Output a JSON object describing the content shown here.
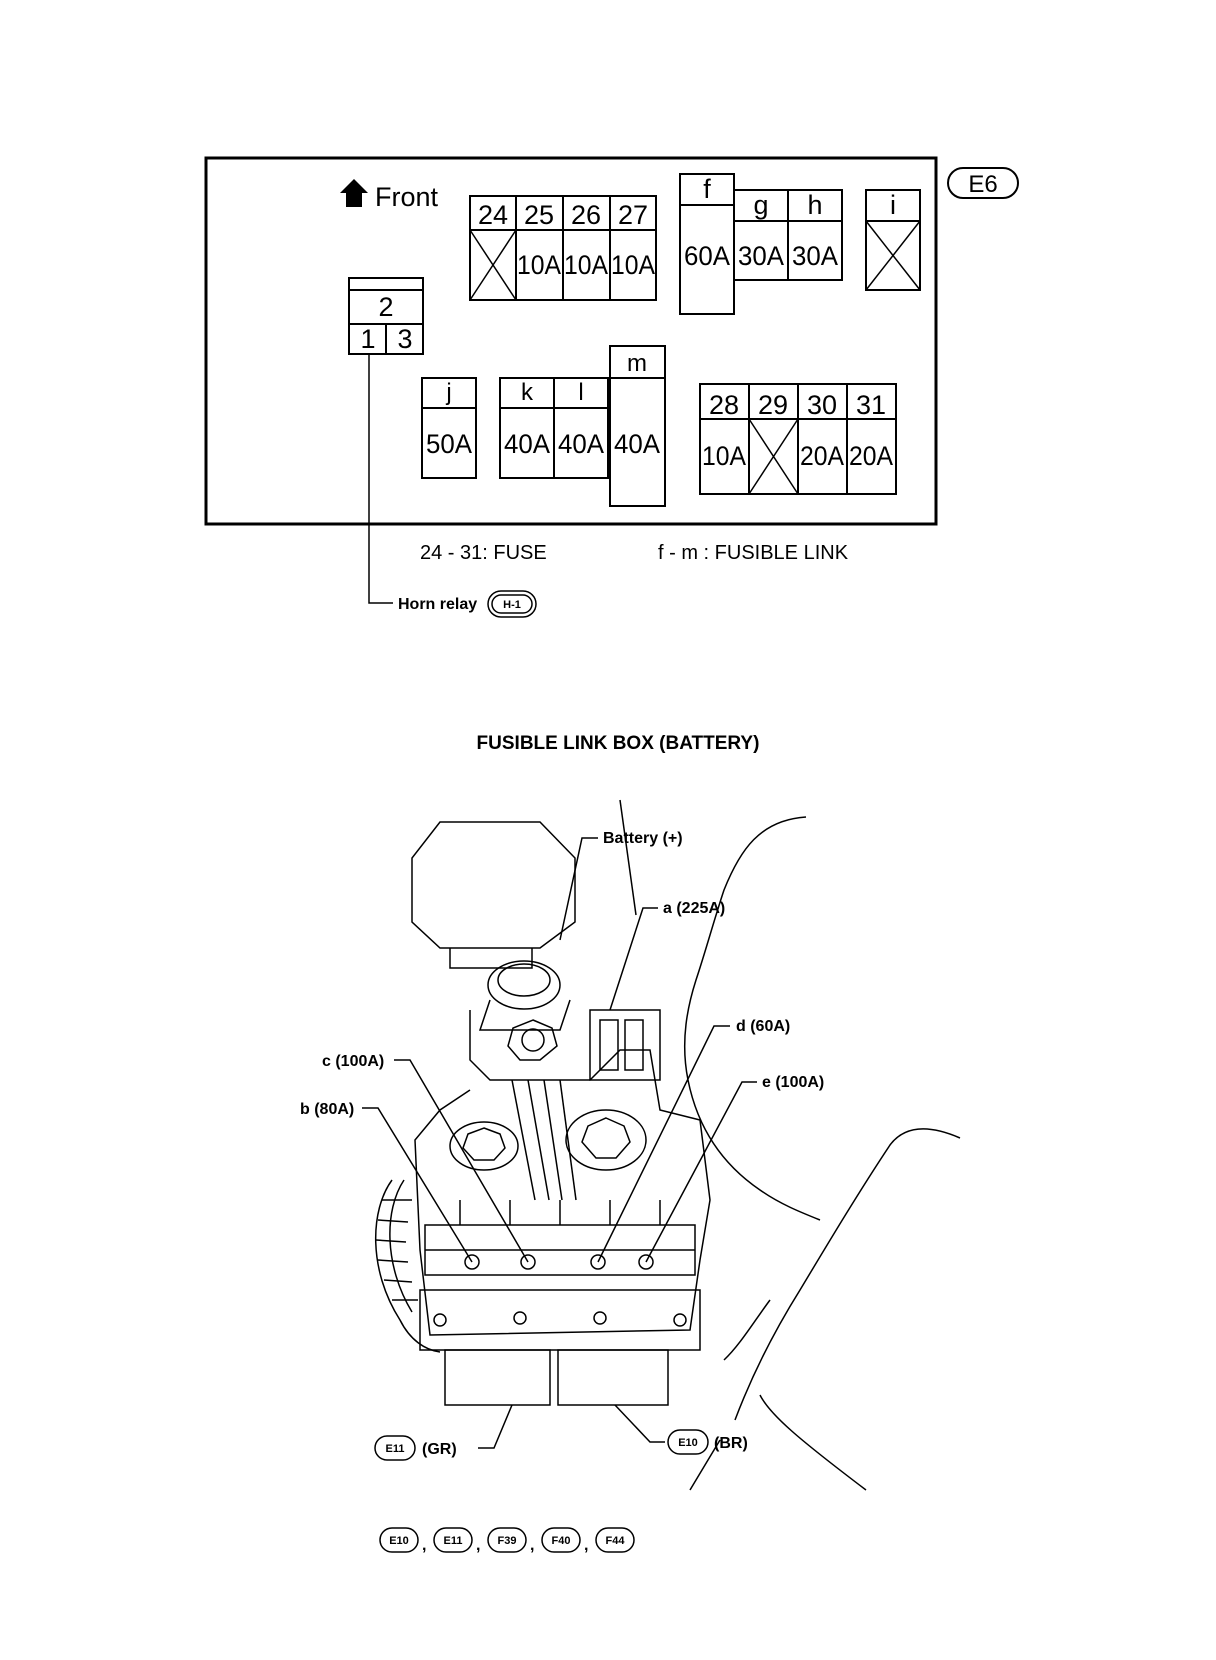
{
  "front_label": "Front",
  "connector_e6": "E6",
  "fuses_top": {
    "numbers": [
      "24",
      "25",
      "26",
      "27"
    ],
    "ratings": [
      "",
      "10A",
      "10A",
      "10A"
    ]
  },
  "links_top": {
    "letters": [
      "f",
      "g",
      "h",
      "i"
    ],
    "ratings": [
      "60A",
      "30A",
      "30A",
      ""
    ]
  },
  "relay": {
    "top": "2",
    "left": "1",
    "right": "3"
  },
  "links_bottom": {
    "letters": [
      "j",
      "k",
      "l",
      "m"
    ],
    "ratings": [
      "50A",
      "40A",
      "40A",
      "40A"
    ]
  },
  "fuses_bottom": {
    "numbers": [
      "28",
      "29",
      "30",
      "31"
    ],
    "ratings": [
      "10A",
      "",
      "20A",
      "20A"
    ]
  },
  "legend_fuse": "24 - 31: FUSE",
  "legend_link": "f - m : FUSIBLE LINK",
  "horn_relay_label": "Horn relay",
  "horn_relay_connector": "H-1",
  "battery_box_title": "FUSIBLE LINK BOX (BATTERY)",
  "callouts": {
    "battery": "Battery (+)",
    "a": "a (225A)",
    "c": "c (100A)",
    "b": "b (80A)",
    "d": "d (60A)",
    "e": "e (100A)"
  },
  "connector_e11": {
    "id": "E11",
    "color": "(GR)"
  },
  "connector_e10": {
    "id": "E10",
    "color": "(BR)"
  },
  "connector_list": [
    "E10",
    "E11",
    "F39",
    "F40",
    "F44"
  ]
}
